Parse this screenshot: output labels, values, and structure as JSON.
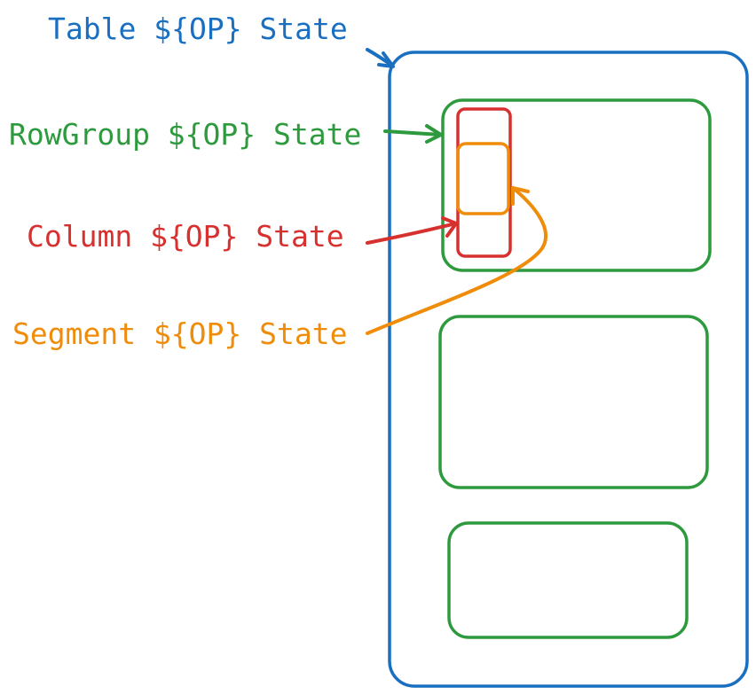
{
  "colors": {
    "table": "#1a6fc0",
    "rowgroup": "#2e9a3e",
    "column": "#d7312f",
    "segment": "#ef8c0a"
  },
  "labels": {
    "table": "Table ${OP} State",
    "rowgroup": "RowGroup ${OP} State",
    "column": "Column ${OP} State",
    "segment": "Segment ${OP} State"
  }
}
